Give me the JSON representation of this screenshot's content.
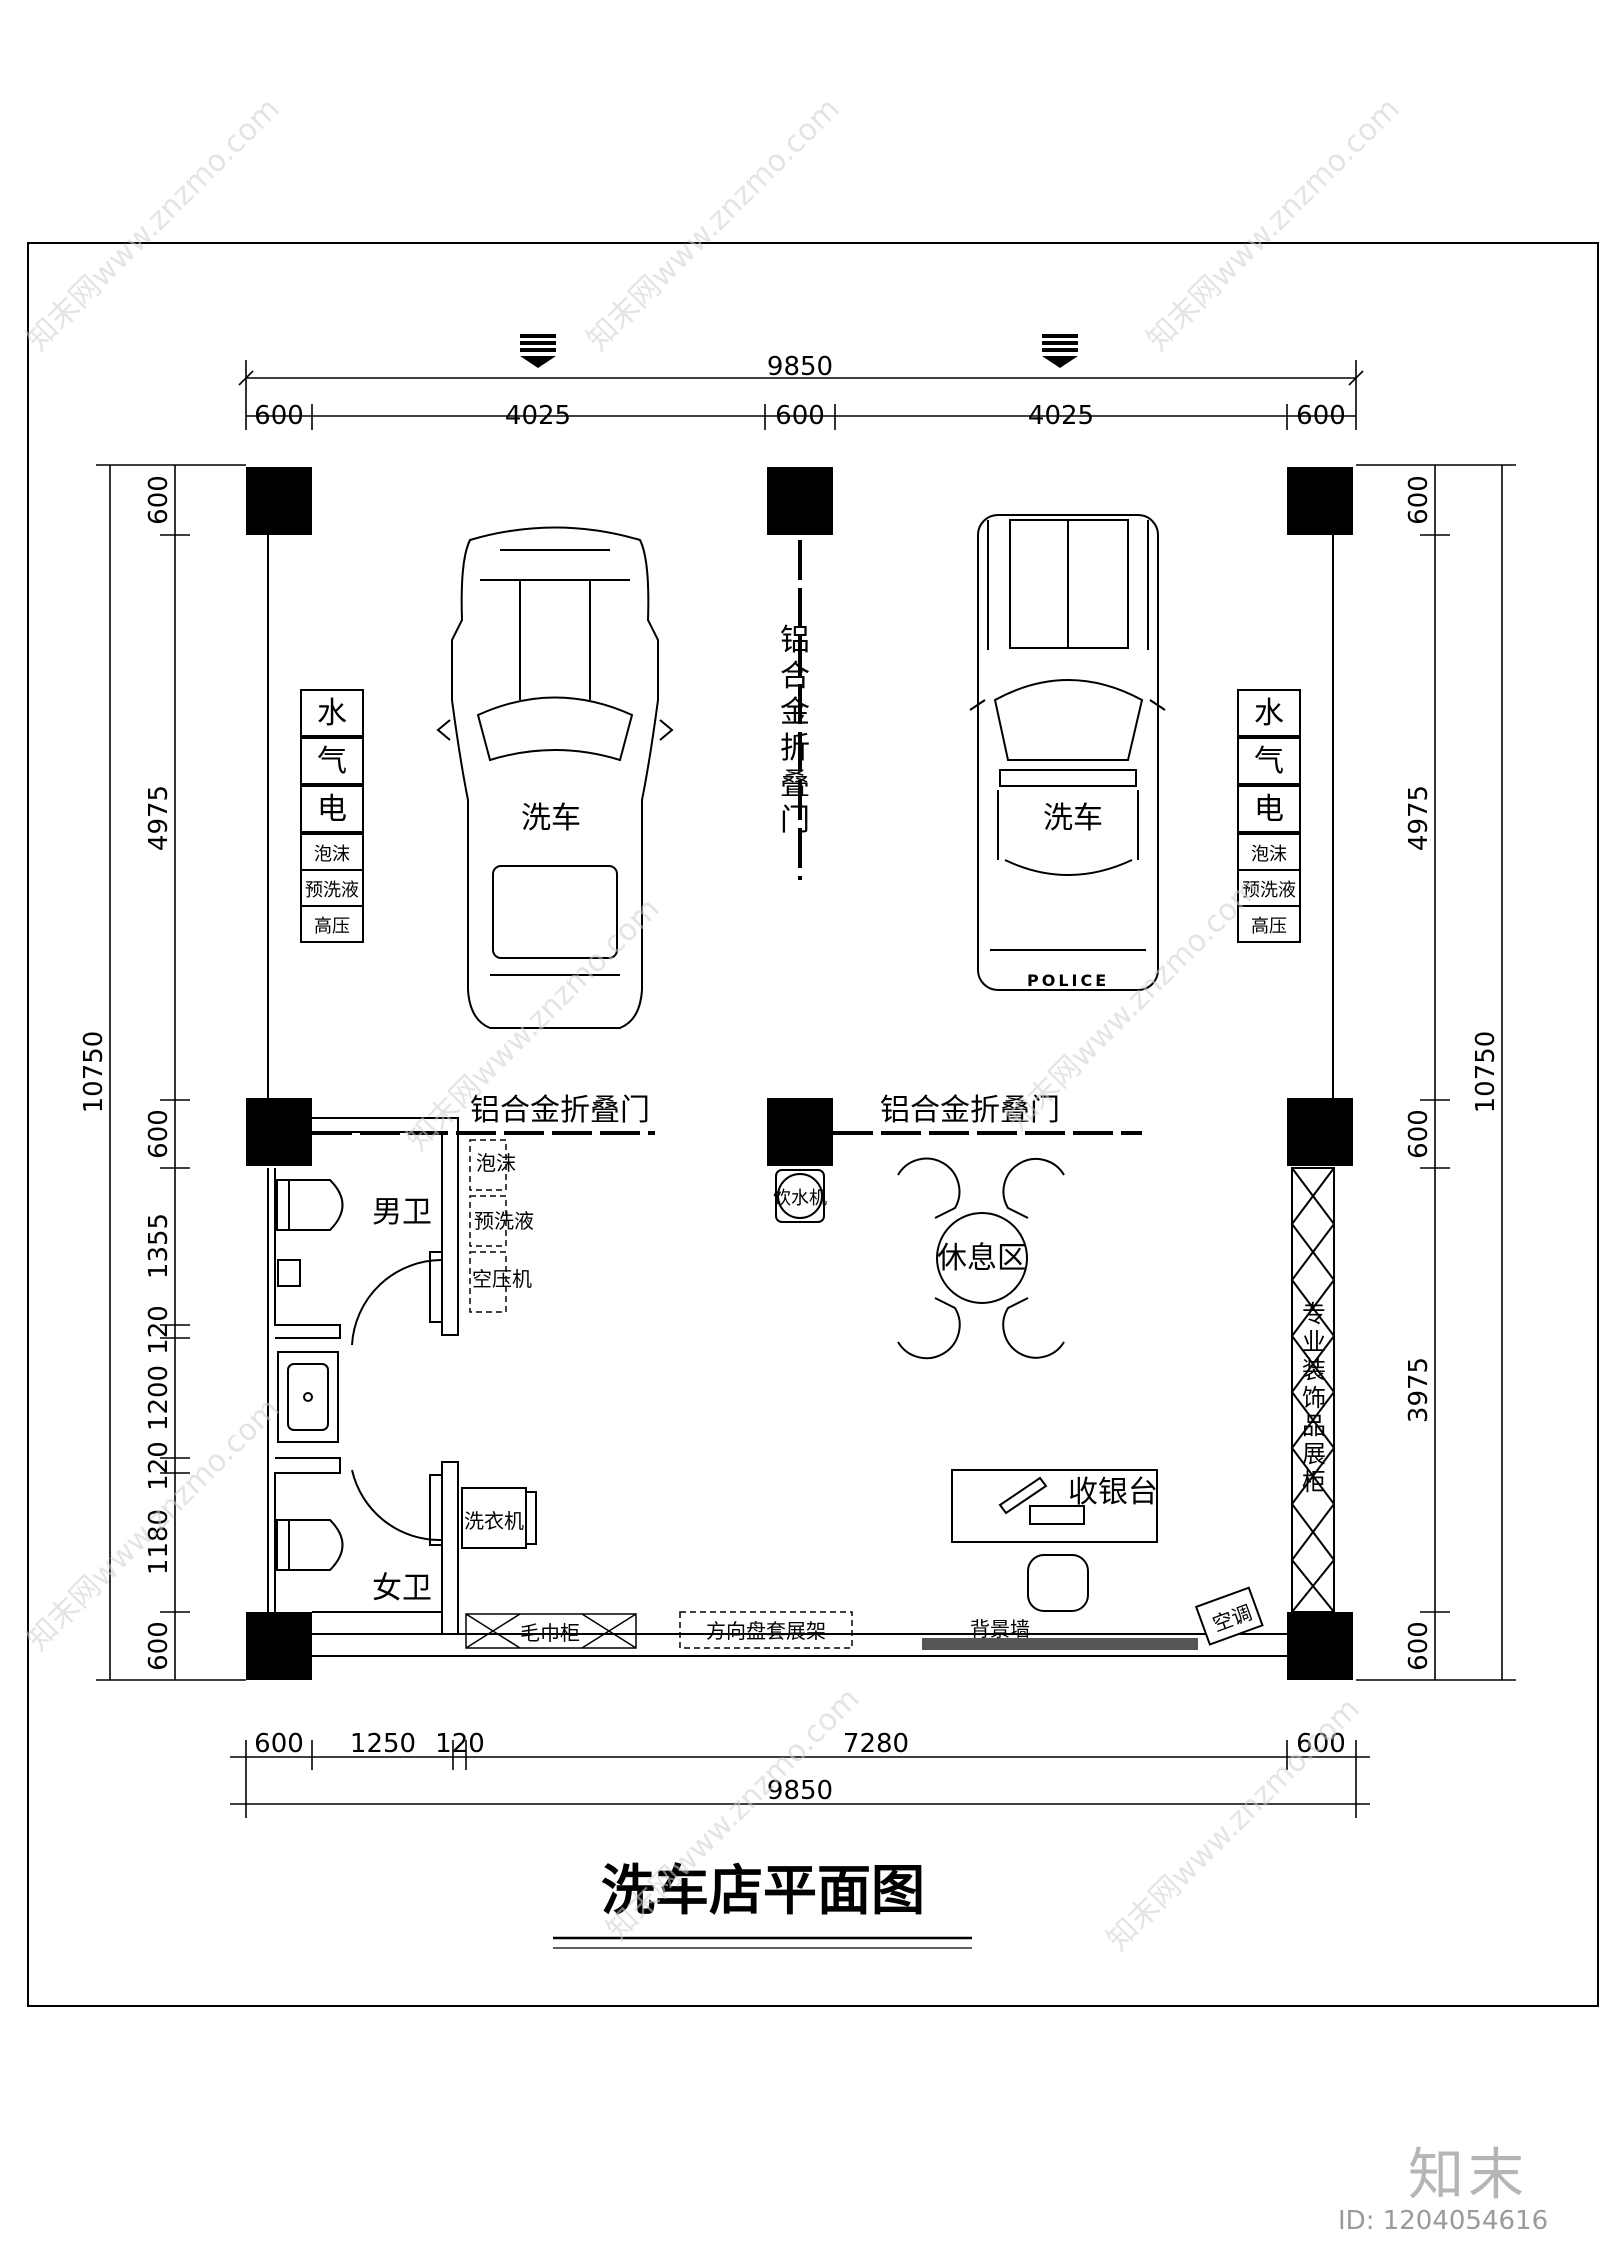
{
  "title": "洗车店平面图",
  "watermark": {
    "text": "知末网www.znzmo.com",
    "brand": "知末",
    "id_text": "ID: 1204054616"
  },
  "dimensions": {
    "top_total": "9850",
    "top_segments": [
      "600",
      "4025",
      "600",
      "4025",
      "600"
    ],
    "bottom_total": "9850",
    "bottom_segments": [
      "600",
      "1250",
      "120",
      "7280",
      "600"
    ],
    "left_total": "10750",
    "left_segments": [
      "600",
      "4975",
      "600",
      "1355",
      "120",
      "1200",
      "120",
      "1180",
      "600"
    ],
    "right_total": "10750",
    "right_segments": [
      "600",
      "4975",
      "600",
      "3975",
      "600"
    ]
  },
  "labels": {
    "bay_left": "洗车",
    "bay_right": "洗车",
    "door_vertical": [
      "铝",
      "合",
      "金",
      "折",
      "叠",
      "门"
    ],
    "door_left": "铝合金折叠门",
    "door_right": "铝合金折叠门",
    "utility_big": [
      "水",
      "气",
      "电"
    ],
    "utility_small": [
      "泡沫",
      "预洗液",
      "高压"
    ],
    "storage_items": [
      "泡沫",
      "预洗液",
      "空压机"
    ],
    "washer": "洗衣机",
    "mens_wc": "男卫",
    "womens_wc": "女卫",
    "water_dispenser": "饮水机",
    "lounge": "休息区",
    "display_cabinet": [
      "专",
      "业",
      "装",
      "饰",
      "品",
      "展",
      "柜"
    ],
    "cashier": "收银台",
    "backdrop": "背景墙",
    "aircon": "空调",
    "towel_cabinet": "毛巾柜",
    "wheel_rack": "方向盘套展架",
    "police": "POLICE"
  }
}
